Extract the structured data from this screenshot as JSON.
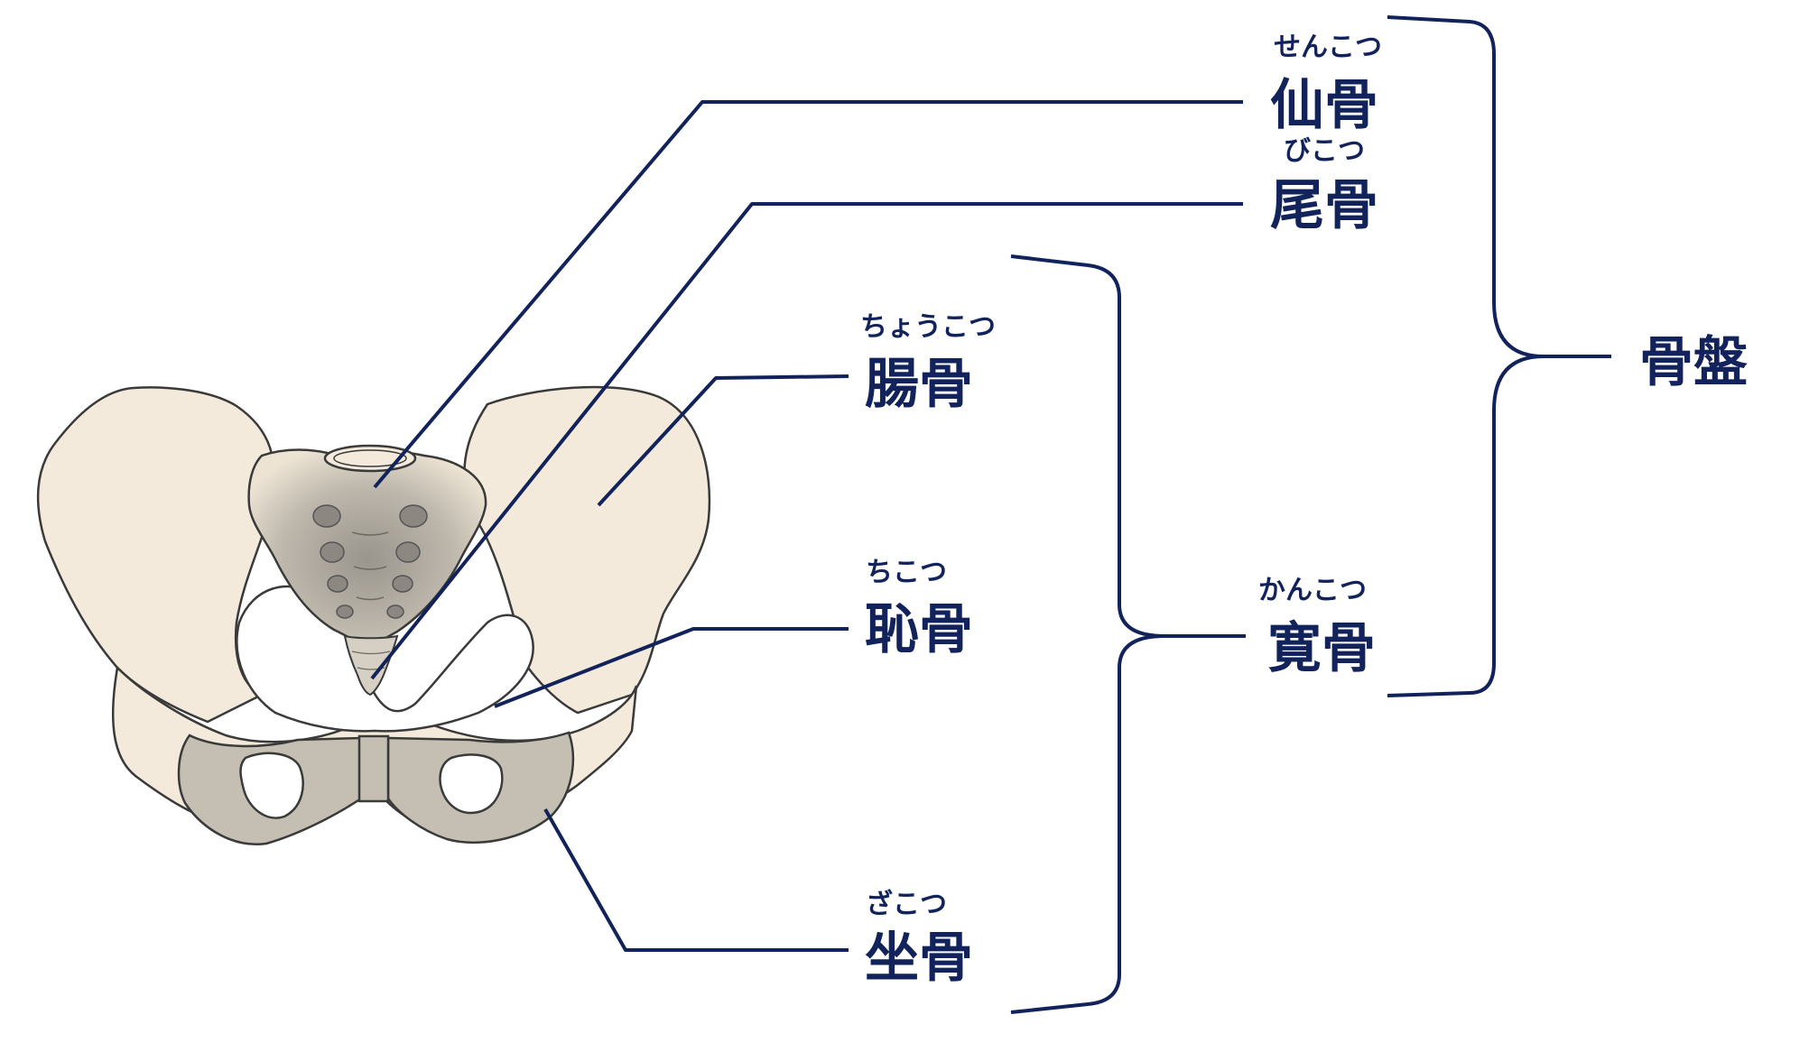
{
  "labels": {
    "sacrum": {
      "text": "仙骨",
      "reading": "せんこつ"
    },
    "coccyx": {
      "text": "尾骨",
      "reading": "びこつ"
    },
    "ilium": {
      "text": "腸骨",
      "reading": "ちょうこつ"
    },
    "pubis": {
      "text": "恥骨",
      "reading": "ちこつ"
    },
    "ischium": {
      "text": "坐骨",
      "reading": "ざこつ"
    },
    "hip_bone": {
      "text": "寛骨",
      "reading": "かんこつ"
    },
    "pelvis": {
      "text": "骨盤"
    }
  },
  "colors": {
    "label": "#12235c",
    "bone": "#f3eadb",
    "bone_shade": "#c4beb3"
  }
}
